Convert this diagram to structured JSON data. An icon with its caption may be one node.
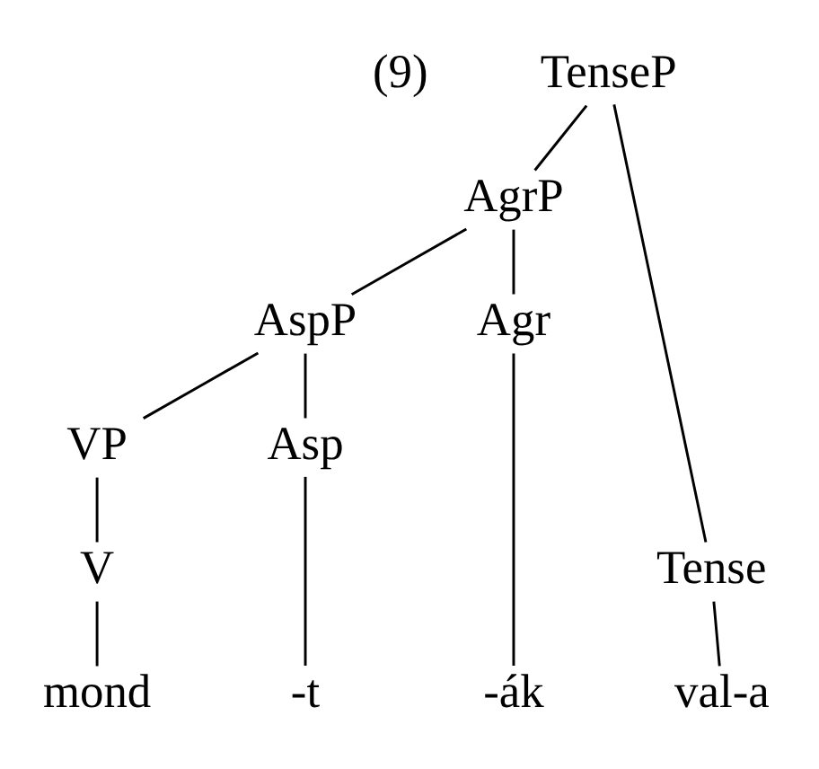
{
  "diagram": {
    "nodes": [
      {
        "text": [
          "TenseP"
        ]
      },
      {
        "text": [
          "AgrP"
        ]
      },
      {
        "text": [
          "Tense"
        ]
      },
      {
        "text": [
          "AspP"
        ]
      },
      {
        "text": [
          "Agr"
        ]
      },
      {
        "text": [
          "VP"
        ]
      },
      {
        "text": [
          "Asp"
        ]
      },
      {
        "text": [
          "V"
        ]
      },
      {
        "text": [
          "mond"
        ]
      },
      {
        "text": [
          "-t"
        ]
      },
      {
        "text": [
          "-ák"
        ]
      },
      {
        "text": [
          "val-a"
        ]
      }
    ],
    "edges": [
      {
        "from": 0,
        "to": 1,
        "arrow": "none"
      },
      {
        "from": 0,
        "to": 2,
        "arrow": "none"
      },
      {
        "from": 1,
        "to": 3,
        "arrow": "none"
      },
      {
        "from": 1,
        "to": 4,
        "arrow": "none"
      },
      {
        "from": 3,
        "to": 5,
        "arrow": "none"
      },
      {
        "from": 3,
        "to": 6,
        "arrow": "none"
      },
      {
        "from": 5,
        "to": 7,
        "arrow": "none"
      },
      {
        "from": 7,
        "to": 8,
        "arrow": "none"
      },
      {
        "from": 6,
        "to": 9,
        "arrow": "none"
      },
      {
        "from": 4,
        "to": 10,
        "arrow": "none"
      },
      {
        "from": 2,
        "to": 11,
        "arrow": "none"
      }
    ],
    "labels": [
      "(9)"
    ]
  }
}
